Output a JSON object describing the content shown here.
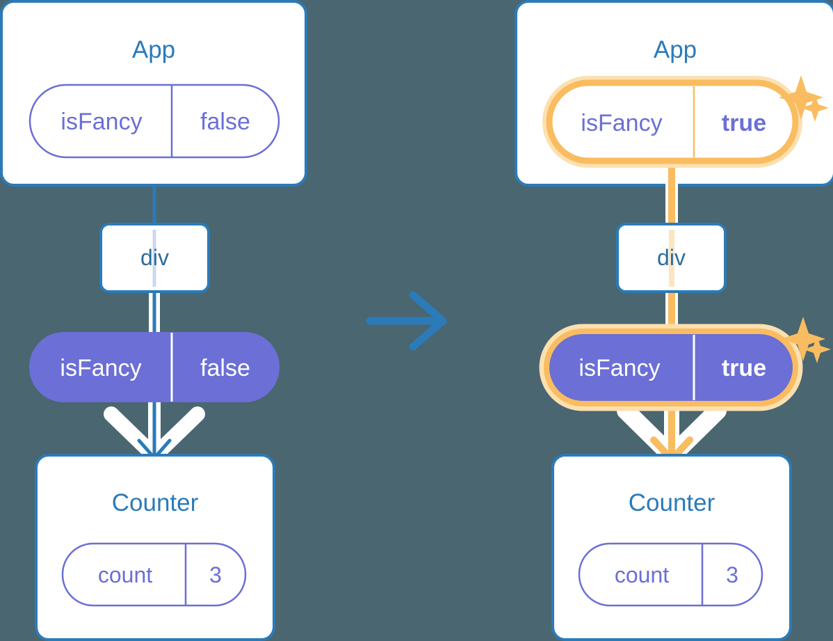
{
  "diagram": {
    "title": "React state update propagation diagram",
    "type": "component-tree-before-after",
    "background_color": "#4a6670",
    "transition_arrow": {
      "icon": "arrow-right-icon",
      "color": "#2b7bb9",
      "direction": "right"
    },
    "colors": {
      "box_border": "#2b7bb9",
      "box_fill": "#ffffff",
      "node_title": "#2b7bb9",
      "pill_purple_fill": "#6b6fd6",
      "pill_outline": "#6b6fd6",
      "highlight_orange": "#f9b košt"
    },
    "panels": [
      {
        "id": "before",
        "side": "left",
        "highlighted": false,
        "app": {
          "title": "App",
          "state": {
            "key": "isFancy",
            "value": "false",
            "style": "outline",
            "highlighted": false
          }
        },
        "div": {
          "label": "div"
        },
        "props": {
          "key": "isFancy",
          "value": "false",
          "style": "filled",
          "highlighted": false
        },
        "counter": {
          "title": "Counter",
          "state": {
            "key": "count",
            "value": "3",
            "style": "outline",
            "highlighted": false
          }
        },
        "connector_color": "#2b7bb9",
        "sparkles": 0
      },
      {
        "id": "after",
        "side": "right",
        "highlighted": true,
        "app": {
          "title": "App",
          "state": {
            "key": "isFancy",
            "value": "true",
            "style": "outline",
            "highlighted": true
          }
        },
        "div": {
          "label": "div"
        },
        "props": {
          "key": "isFancy",
          "value": "true",
          "style": "filled",
          "highlighted": true
        },
        "counter": {
          "title": "Counter",
          "state": {
            "key": "count",
            "value": "3",
            "style": "outline",
            "highlighted": false
          }
        },
        "connector_color": "#f9bc60",
        "sparkles": 2
      }
    ]
  }
}
